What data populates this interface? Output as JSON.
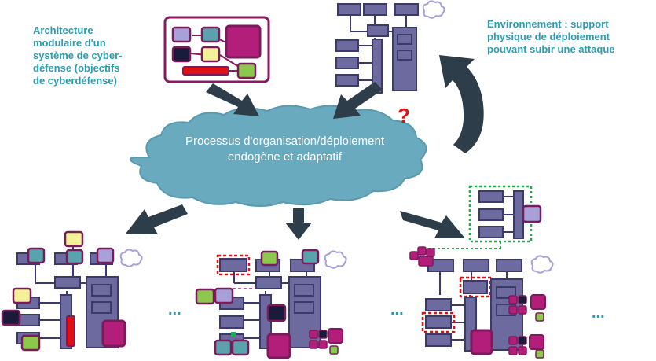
{
  "labels": {
    "architecture": "Architecture modulaire d'un système de cyber-défense (objectifs de cyberdéfense)",
    "environment": "Environnement : support physique de déploiement pouvant subir une attaque",
    "process": "Processus d'organisation/déploiement endogène et adaptatif",
    "question_mark": "?",
    "ellipsis": "..."
  },
  "colors": {
    "teal_text": "#2a9db0",
    "cloud": "#6aaabf",
    "arrow": "#2d3e4a",
    "module_purple": "#a8a0d8",
    "module_teal": "#5aa3ad",
    "module_yellow": "#f4f09a",
    "module_green": "#8cc84b",
    "module_dark": "#1a1a3a",
    "module_magenta": "#b21e7a",
    "module_border": "#7a1b5c",
    "node_fill": "#6c6a9e",
    "node_border": "#3c3a6a",
    "attack_red": "#e01010",
    "dashed_green": "#19b04a"
  }
}
